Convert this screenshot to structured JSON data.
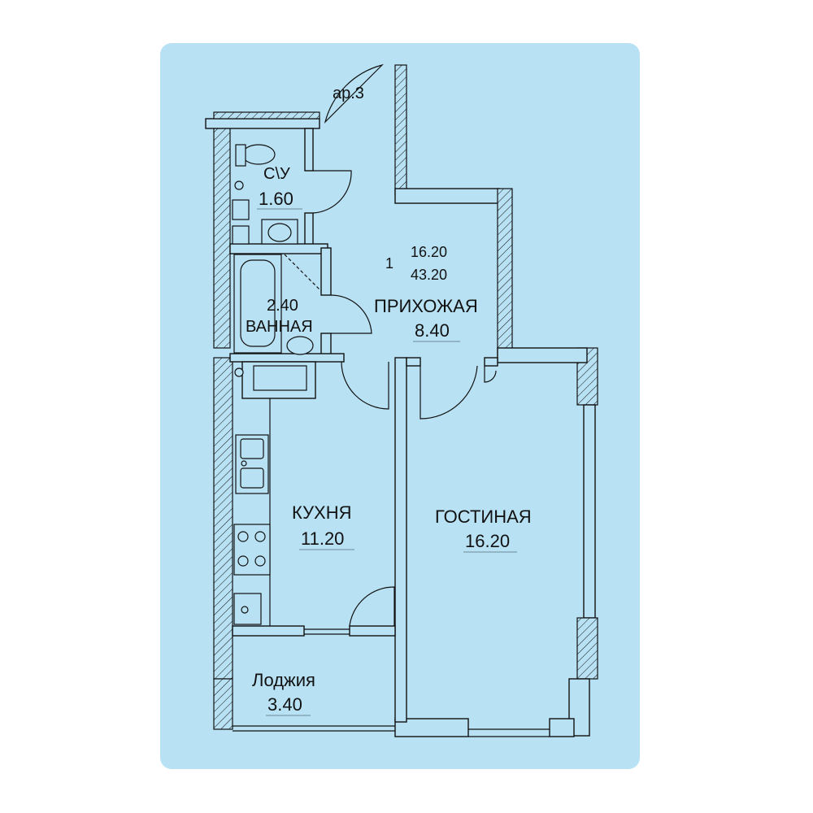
{
  "colors": {
    "background": "#b8e2f4",
    "line": "#111111"
  },
  "stair_label": "ар.3",
  "apartment": {
    "rooms_count": "1",
    "living_area": "16.20",
    "total_area": "43.20"
  },
  "rooms": {
    "toilet": {
      "name": "С\\У",
      "area": "1.60"
    },
    "bathroom": {
      "name": "ВАННАЯ",
      "area": "2.40"
    },
    "hallway": {
      "name": "ПРИХОЖАЯ",
      "area": "8.40"
    },
    "kitchen": {
      "name": "КУХНЯ",
      "area": "11.20"
    },
    "living": {
      "name": "ГОСТИНАЯ",
      "area": "16.20"
    },
    "loggia": {
      "name": "Лоджия",
      "area": "3.40"
    }
  }
}
